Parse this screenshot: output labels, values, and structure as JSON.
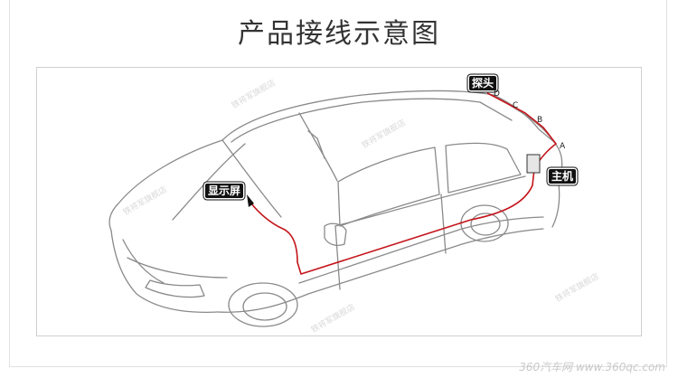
{
  "title": "产品接线示意图",
  "labels": {
    "display": "显示屏",
    "host": "主机",
    "probe": "探头"
  },
  "probe_points": [
    "A",
    "B",
    "C",
    "D"
  ],
  "watermark_text": "铁将军旗舰店",
  "footer_logo": "360汽车网 www.360qc.com",
  "colors": {
    "wire": "#c4161c",
    "car_outline": "#8a8a8a"
  }
}
